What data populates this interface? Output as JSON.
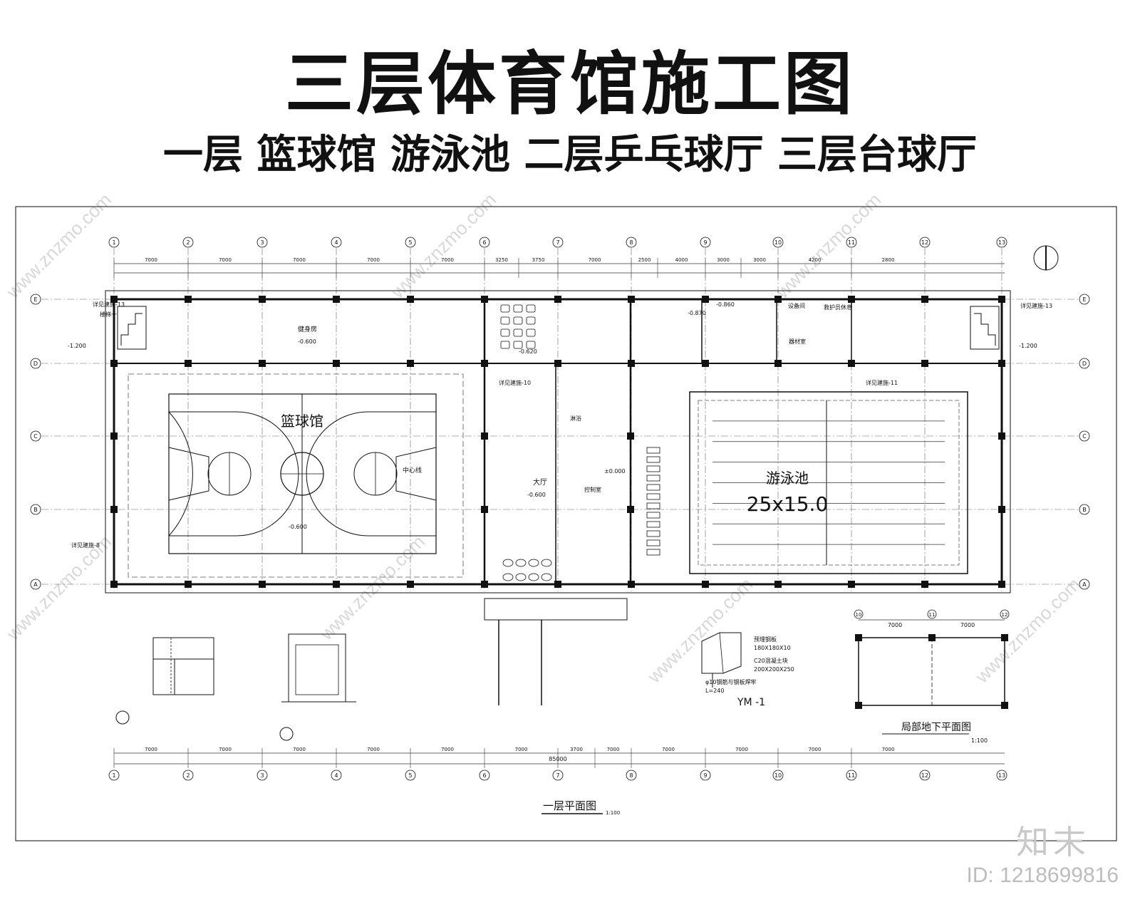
{
  "title": "三层体育馆施工图",
  "subtitle": "一层 篮球馆 游泳池 二层乒乓球厅 三层台球厅",
  "plan": {
    "axes_top": [
      "1",
      "2",
      "3",
      "4",
      "5",
      "6",
      "7",
      "8",
      "9",
      "10",
      "11",
      "12",
      "13"
    ],
    "axes_side": [
      "E",
      "D",
      "C",
      "B",
      "A"
    ],
    "dims_top": [
      "7000",
      "7000",
      "7000",
      "7000",
      "7000",
      "3250",
      "3750",
      "7000",
      "2500",
      "4000",
      "3000",
      "3000",
      "4200",
      "2800"
    ],
    "dims_bottom": [
      "7000",
      "7000",
      "7000",
      "7000",
      "7000",
      "7000",
      "3700",
      "7000",
      "7000",
      "7000",
      "7000",
      "7000"
    ],
    "total_width": "85000",
    "basketball_label": "篮球馆",
    "center_line_label": "中心线",
    "pool_label": "游泳池",
    "pool_size": "25x15.0",
    "lobby_label": "大厅",
    "gym_label": "健身房",
    "equipment_room": "设备间",
    "control_room": "控制室",
    "shower_label": "淋浴",
    "lifeguard_label": "救护员休息",
    "storage_label": "器材室",
    "stair_label": "楼梯一",
    "detail_ref_1": "详见建施-13",
    "detail_ref_2": "详见建施-10",
    "detail_ref_3": "详见建施-11",
    "detail_ref_4": "详见建施-8",
    "plan_title": "一层平面图",
    "plan_scale": "1:100",
    "sub_plan_title": "局部地下平面图",
    "sub_plan_scale": "1:100",
    "sub_plan_dims": [
      "7000",
      "7000"
    ],
    "sub_plan_axes": [
      "10",
      "11",
      "12"
    ],
    "component_label": "YM -1",
    "component_notes": [
      "预埋钢板",
      "180X180X10",
      "C20混凝土块",
      "200X200X250",
      "φ10钢筋与钢板焊牢",
      "L=240"
    ],
    "elevations": [
      "±0.000",
      "-0.600",
      "-0.620",
      "-1.200",
      "-0.860",
      "-0.870"
    ]
  },
  "logo": "知末",
  "image_id": "ID: 1218699816",
  "watermark": "www.znzmo.com"
}
